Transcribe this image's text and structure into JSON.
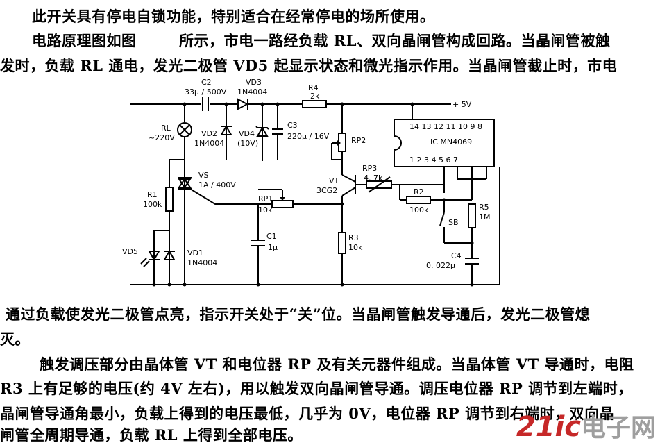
{
  "text": {
    "line1": "此开关具有停电自锁功能，特别适合在经常停电的场所使用。",
    "line2a": "电路原理图如图",
    "line2b": "所示，市电一路经负载 RL、双向晶闸管构成回路。当晶闸管被触",
    "line3": "发时，负载 RL 通电，发光二极管 VD5 起显示状态和微光指示作用。当晶闸管截止时，市电",
    "line4": "通过负载使发光二极管点亮，指示开关处于“关”位。当晶闸管触发导通后，发光二极管熄",
    "line5": "灭。",
    "line6": "触发调压部分由晶体管 VT 和电位器 RP 及有关元器件组成。当晶体管 VT 导通时，电阻",
    "line7": "R3 上有足够的电压(约 4V 左右)，用以触发双向晶闸管导通。调压电位器 RP 调节到左端时，",
    "line8": "晶闸管导通角最小，负载上得到的电压最低，几乎为 0V，电位器 RP 调节到右端时，双向晶",
    "line9": "闸管全周期导通，负载 RL 上得到全部电压。"
  },
  "schematic": {
    "c2": "C2",
    "c2_val": "33μ / 500V",
    "vd3": "VD3",
    "vd3_val": "1N4004",
    "r4": "R4",
    "r4_val": "2k",
    "plus5v": "+ 5V",
    "rl": "RL",
    "rl_val": "~220V",
    "vd2": "VD2",
    "vd2_val": "1N4004",
    "vd4": "VD4",
    "vd4_val": "(10V)",
    "c3": "C3",
    "c3_val": "220μ / 16V",
    "rp2": "RP2",
    "ic_top_pins": "14  13  12  11  10  9  8",
    "ic_name": "IC MN4069",
    "ic_bot_pins": "1   2   3   4   5   6   7",
    "vs": "VS",
    "vs_val": "1A / 400V",
    "rp3": "RP3",
    "rp3_val": "4. 7k",
    "vt": "VT",
    "vt_val": "3CG2",
    "r1": "R1",
    "r1_val": "100k",
    "rp1": "RP1",
    "rp1_val": "10k",
    "r2": "R2",
    "r2_val": "100k",
    "r5": "R5",
    "r5_val": "1M",
    "sb": "SB",
    "c1": "C1",
    "c1_val": "1μ",
    "r3": "R3",
    "r3_val": "10k",
    "vd5": "VD5",
    "vd1": "VD1",
    "vd1_val": "1N4004",
    "c4": "C4",
    "c4_val": "0. 022μ"
  },
  "watermark": {
    "brand": "21ic",
    "cn": "电子网"
  }
}
